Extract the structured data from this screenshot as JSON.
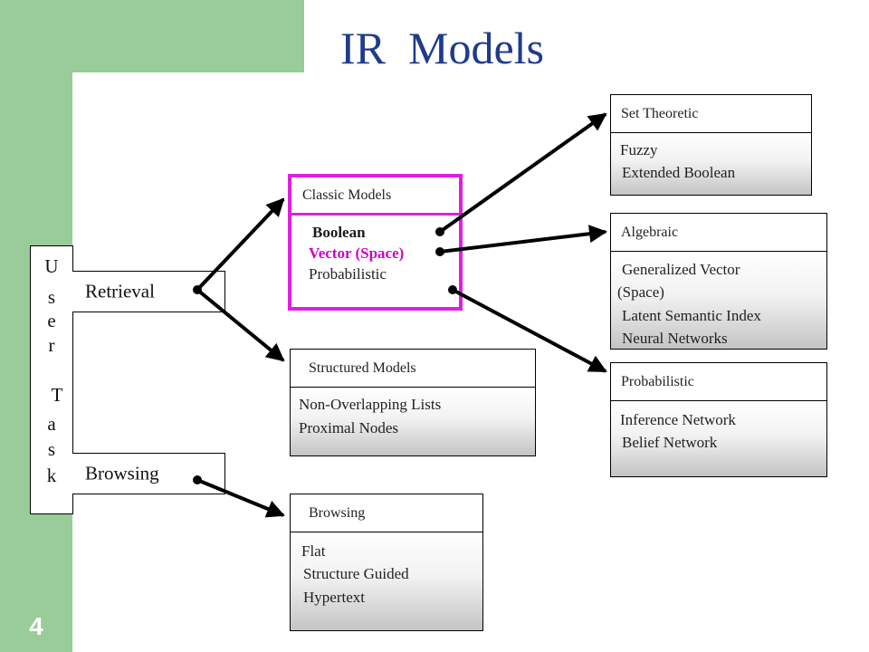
{
  "slide": {
    "title": "IR  Models",
    "page_number": "4",
    "colors": {
      "green": "#99cc99",
      "title_blue": "#1f3b8c",
      "highlight_magenta": "#e020e0",
      "vector_magenta": "#cc00cc"
    }
  },
  "user_task": {
    "letters": [
      "U",
      "s",
      "e",
      "r",
      "T",
      "a",
      "s",
      "k"
    ],
    "branches": {
      "retrieval": "Retrieval",
      "browsing": "Browsing"
    }
  },
  "classic_models": {
    "header": "Classic Models",
    "items": [
      "Boolean",
      "Vector (Space)",
      "Probabilistic"
    ]
  },
  "structured_models": {
    "header": "Structured Models",
    "items": [
      "Non-Overlapping Lists",
      "Proximal Nodes"
    ]
  },
  "browsing_models": {
    "header": "Browsing",
    "items": [
      "Flat",
      "Structure Guided",
      "Hypertext"
    ]
  },
  "set_theoretic": {
    "header": "Set Theoretic",
    "items": [
      "Fuzzy",
      "Extended Boolean"
    ]
  },
  "algebraic": {
    "header": "Algebraic",
    "items": [
      "Generalized Vector",
      "(Space)",
      "Latent Semantic Index",
      "Neural Networks"
    ]
  },
  "probabilistic_models": {
    "header": "Probabilistic",
    "items": [
      "Inference Network",
      "Belief Network"
    ]
  }
}
